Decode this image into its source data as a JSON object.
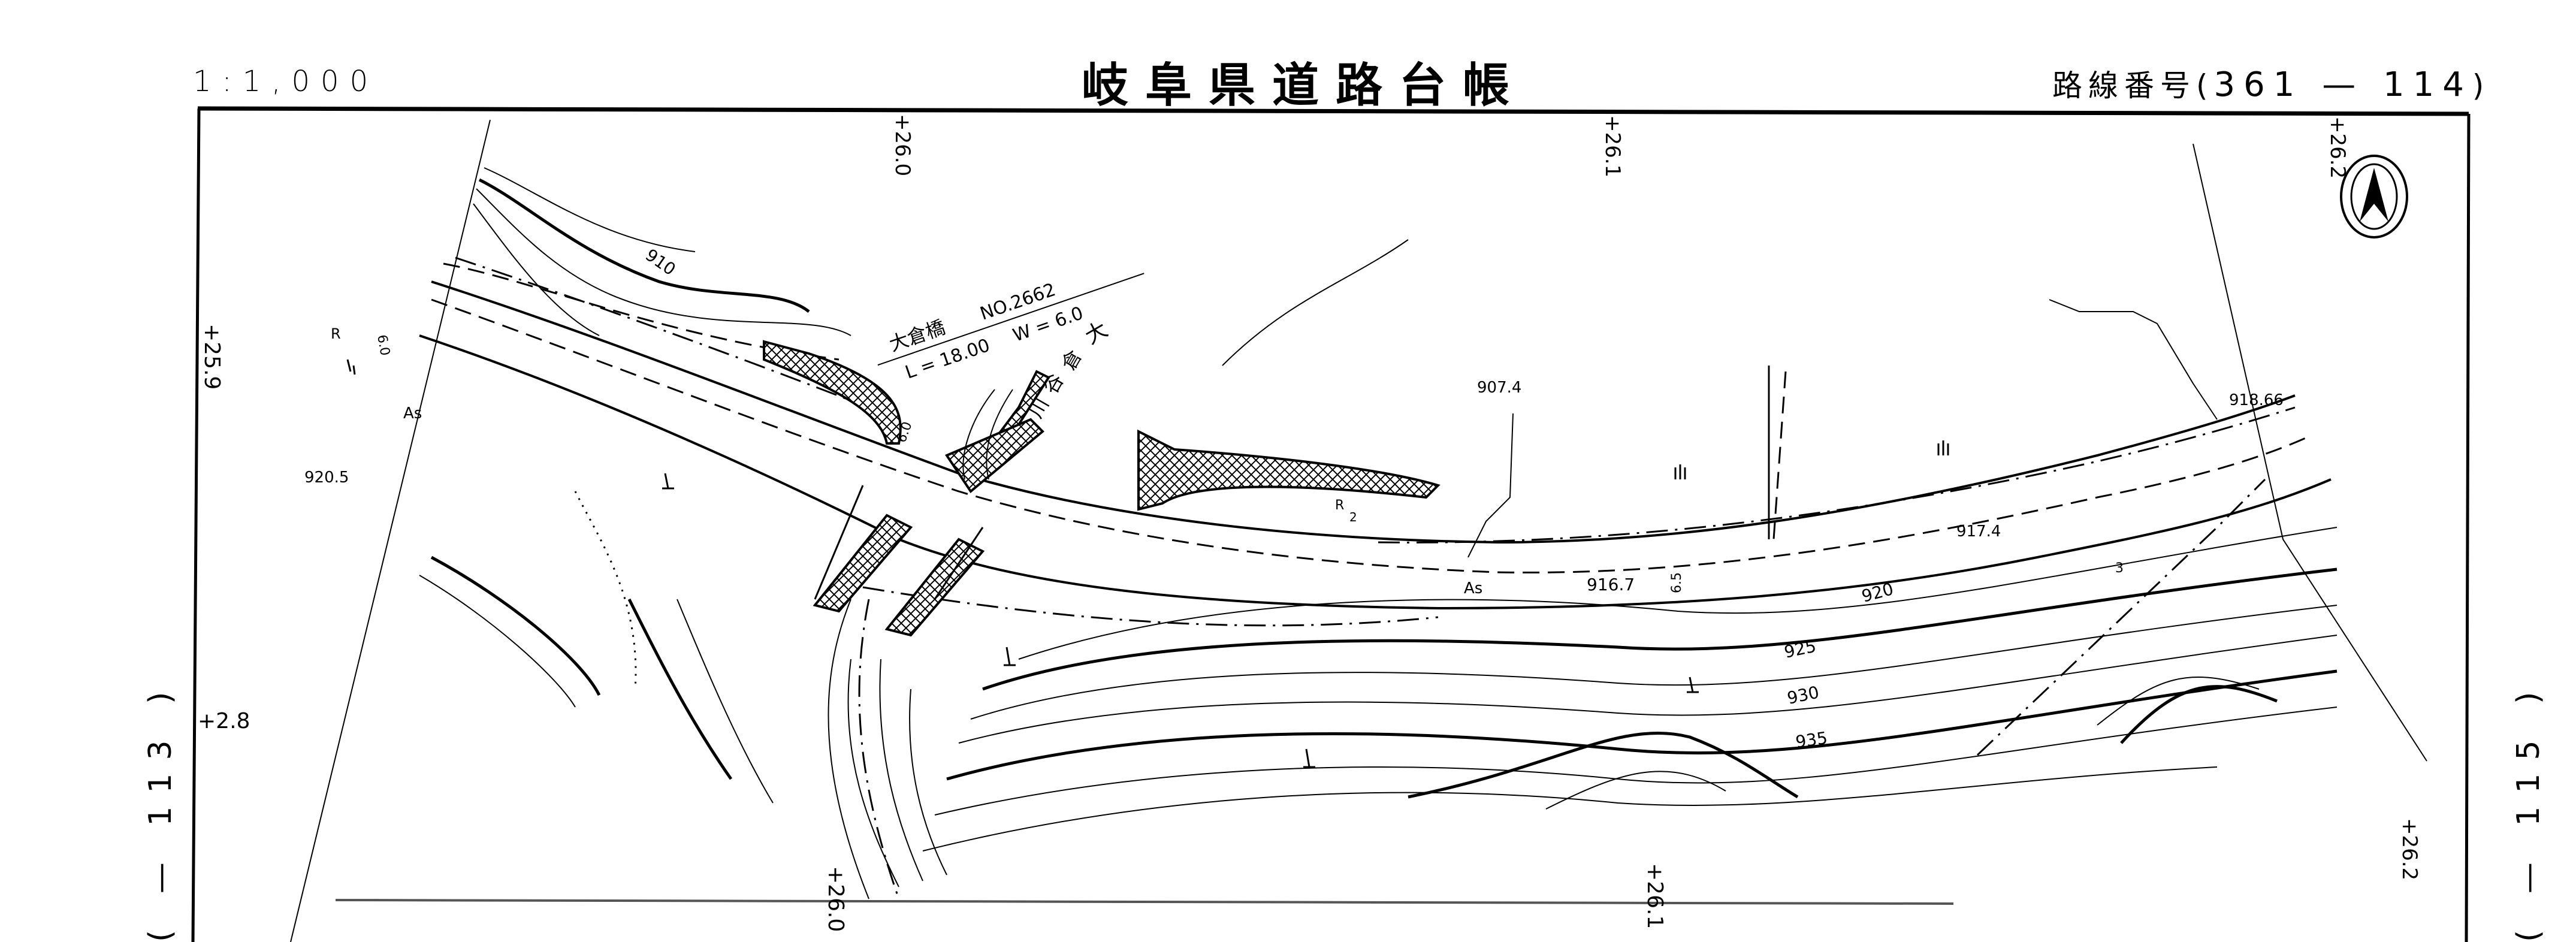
{
  "header": {
    "scale": "1:1,000",
    "title": "岐阜県道路台帳",
    "route_label": "路線番号",
    "route_number": "361 — 114"
  },
  "sheet_refs": {
    "previous": "( — 113 )",
    "next": "( — 115 )"
  },
  "stations": {
    "top": [
      "+26.0",
      "+26.1",
      "+26.2"
    ],
    "bottom": [
      "+26.0",
      "+26.1",
      "+26.2"
    ],
    "left": [
      "+25.9",
      "+2.8"
    ]
  },
  "bridge": {
    "name": "大倉橋",
    "number": "NO.2662",
    "length": "L = 18.00",
    "width": "W = 6.0"
  },
  "river": {
    "name_chars": [
      "大",
      "倉",
      "谷",
      "川"
    ]
  },
  "elevations": {
    "contour_910": "910",
    "contour_920": "920",
    "contour_925": "925",
    "contour_930": "930",
    "contour_935": "935",
    "spot_920_5": "920.5",
    "spot_907_4": "907.4",
    "spot_916_7": "916.7",
    "spot_917_4": "917.4",
    "spot_918_66": "918.66"
  },
  "road_labels": {
    "surface_left": "As",
    "surface_right": "As",
    "route_marker_left": "R",
    "route_marker_mid": "R",
    "route_marker_mid_sub": "2",
    "section_number": "3",
    "width_left": "6.0",
    "width_bridge": "6.0",
    "width_right": "6.5"
  },
  "symbols": {
    "north_arrow": "north-arrow-icon",
    "vegetation": "grass-symbol",
    "field": "field-symbol"
  }
}
